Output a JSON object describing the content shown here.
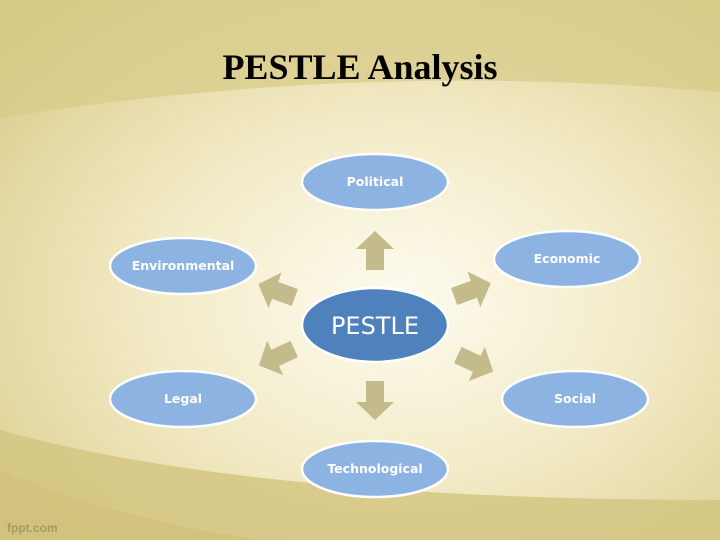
{
  "title": "PESTLE Analysis",
  "center": {
    "label": "PESTLE"
  },
  "nodes": [
    {
      "id": "political",
      "label": "Political"
    },
    {
      "id": "economic",
      "label": "Economic"
    },
    {
      "id": "social",
      "label": "Social"
    },
    {
      "id": "technological",
      "label": "Technological"
    },
    {
      "id": "legal",
      "label": "Legal"
    },
    {
      "id": "environmental",
      "label": "Environmental"
    }
  ],
  "footer": "fppt.com",
  "colors": {
    "node": "#8db3e2",
    "center": "#4f81bd",
    "arrow": "#c4bb8c",
    "stroke": "#ffffff"
  }
}
